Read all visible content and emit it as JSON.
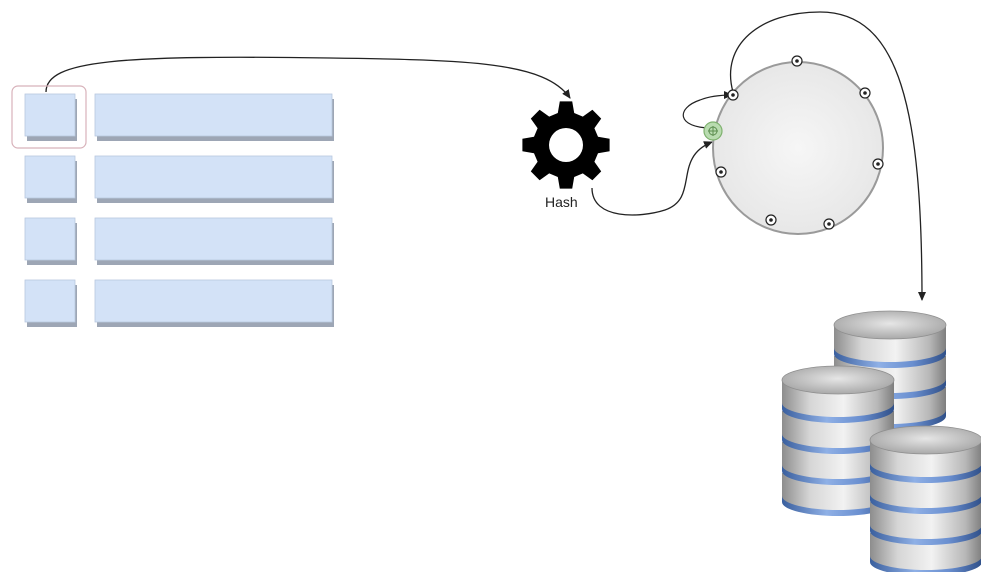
{
  "hash_node": {
    "label": "Hash",
    "icon": "gear-icon"
  },
  "table": {
    "rows": 4,
    "highlighted_row": 1,
    "icon": "table-icon"
  },
  "hash_ring": {
    "icon": "hash-ring-icon",
    "node_count": 8,
    "colors": {
      "fill": "#f0f0f0",
      "stroke": "#9a9a9a",
      "insert_point": "#b9dcb0"
    }
  },
  "storage": {
    "icon": "database-cluster-icon",
    "stacks": 3
  },
  "colors": {
    "cell_fill": "#d3e2f7",
    "cell_shadow": "#9da6b5",
    "highlight_border": "#d8b2ba",
    "arrow": "#222222"
  }
}
